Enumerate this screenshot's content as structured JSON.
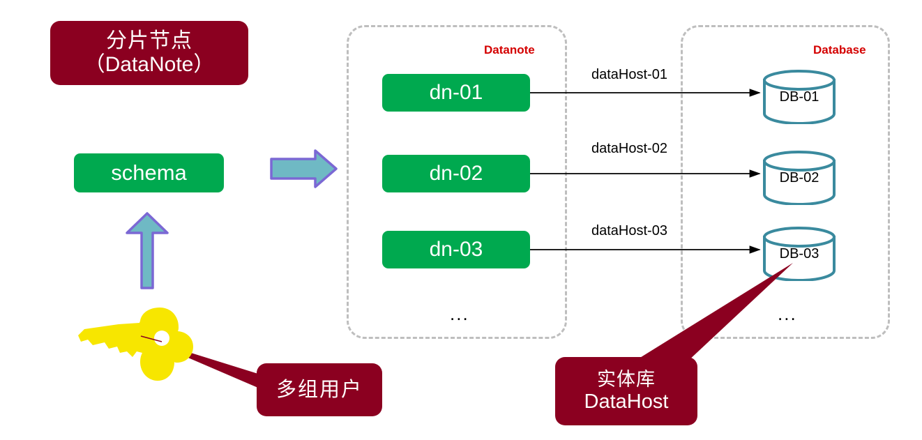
{
  "title_block": {
    "cn_label": "分片节点",
    "en_label": "（DataNote）",
    "color": "#8B0020"
  },
  "schema": {
    "label": "schema",
    "color": "#00A94F"
  },
  "groups": {
    "datanote": {
      "label": "Datanote",
      "label_color": "#D40000",
      "ellipsis": "...",
      "nodes": [
        {
          "label": "dn-01"
        },
        {
          "label": "dn-02"
        },
        {
          "label": "dn-03"
        }
      ]
    },
    "database": {
      "label": "Database",
      "label_color": "#D40000",
      "ellipsis": "...",
      "cylinder_color": "#3A8A9E",
      "nodes": [
        {
          "label": "DB-01"
        },
        {
          "label": "DB-02"
        },
        {
          "label": "DB-03"
        }
      ]
    }
  },
  "connectors": [
    {
      "label": "dataHost-01"
    },
    {
      "label": "dataHost-02"
    },
    {
      "label": "dataHost-03"
    }
  ],
  "block_arrows": {
    "fill": "#6FB9C4",
    "stroke": "#7B68D4",
    "right_arrow_name": "schema-to-datanote-arrow",
    "up_arrow_name": "users-to-schema-arrow"
  },
  "key_icon": {
    "name": "key-icon",
    "color": "#F7E600"
  },
  "callouts": {
    "users": {
      "cn_label": "多组用户",
      "color": "#8B0020"
    },
    "datahost": {
      "cn_label": "实体库",
      "en_label": "DataHost",
      "color": "#8B0020"
    }
  }
}
